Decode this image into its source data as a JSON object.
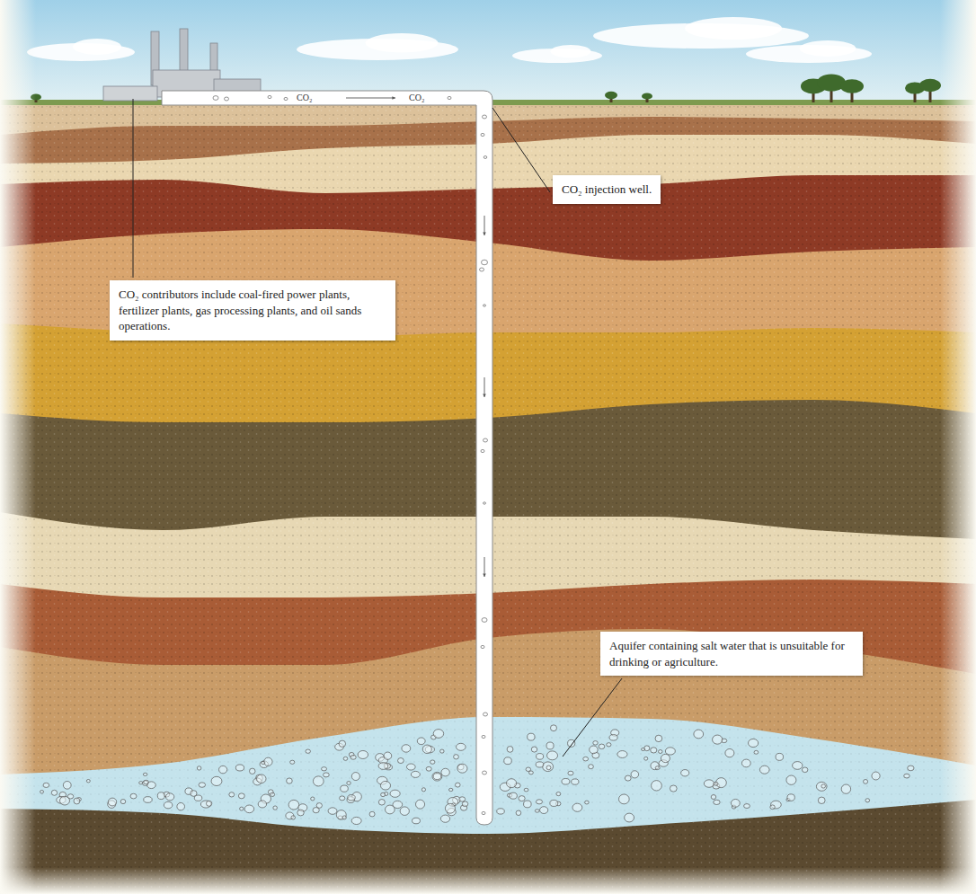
{
  "diagram": {
    "nodes": [
      {
        "text": [
          "CO₂ injection well."
        ]
      },
      {
        "text": [
          "CO₂ contributors include coal-fired power plants, fertilizer plants, gas processing plants, and oil sands operations."
        ]
      },
      {
        "text": [
          "Aquifer containing salt water that is unsuitable for drinking or agriculture."
        ]
      }
    ],
    "labels": [
      "CO₂",
      "CO₂"
    ]
  }
}
